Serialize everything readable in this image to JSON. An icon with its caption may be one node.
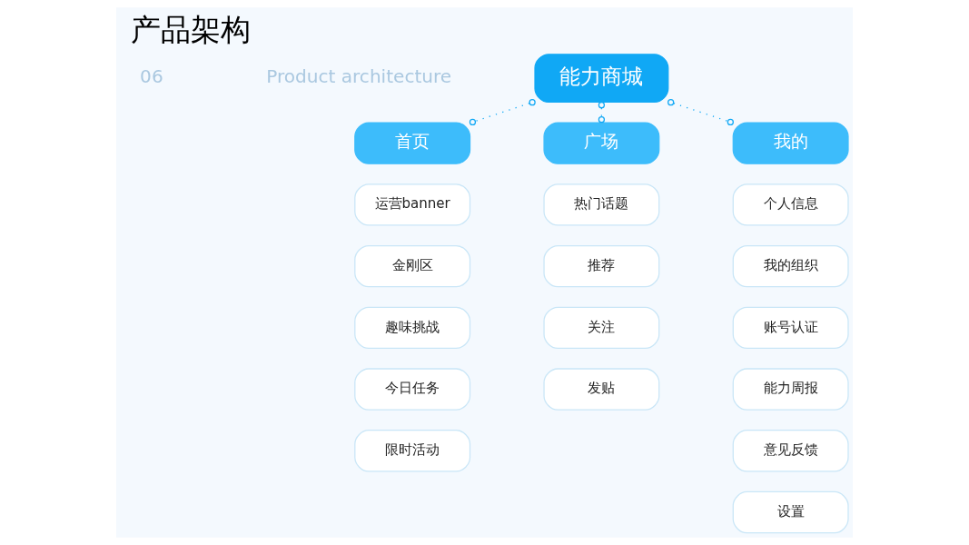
{
  "diagram": {
    "title": "产品架构",
    "nodes": [
      {
        "text": [
          "能力商城"
        ]
      },
      {
        "text": [
          "首页"
        ]
      },
      {
        "text": [
          "广场"
        ]
      },
      {
        "text": [
          "我的"
        ]
      },
      {
        "text": [
          "运营banner"
        ]
      },
      {
        "text": [
          "金刚区"
        ]
      },
      {
        "text": [
          "趣味挑战"
        ]
      },
      {
        "text": [
          "今日任务"
        ]
      },
      {
        "text": [
          "限时活动"
        ]
      },
      {
        "text": [
          "热门话题"
        ]
      },
      {
        "text": [
          "推荐"
        ]
      },
      {
        "text": [
          "关注"
        ]
      },
      {
        "text": [
          "发贴"
        ]
      },
      {
        "text": [
          "个人信息"
        ]
      },
      {
        "text": [
          "我的组织"
        ]
      },
      {
        "text": [
          "账号认证"
        ]
      },
      {
        "text": [
          "能力周报"
        ]
      },
      {
        "text": [
          "意见反馈"
        ]
      },
      {
        "text": [
          "设置"
        ]
      }
    ],
    "edges": [
      {
        "from": 0,
        "to": 1,
        "arrow": "other",
        "style": "dashed"
      },
      {
        "from": 0,
        "to": 2,
        "arrow": "other",
        "style": "dashed"
      },
      {
        "from": 0,
        "to": 3,
        "arrow": "other",
        "style": "dashed"
      }
    ],
    "labels": [
      "06",
      "Product architecture"
    ]
  }
}
